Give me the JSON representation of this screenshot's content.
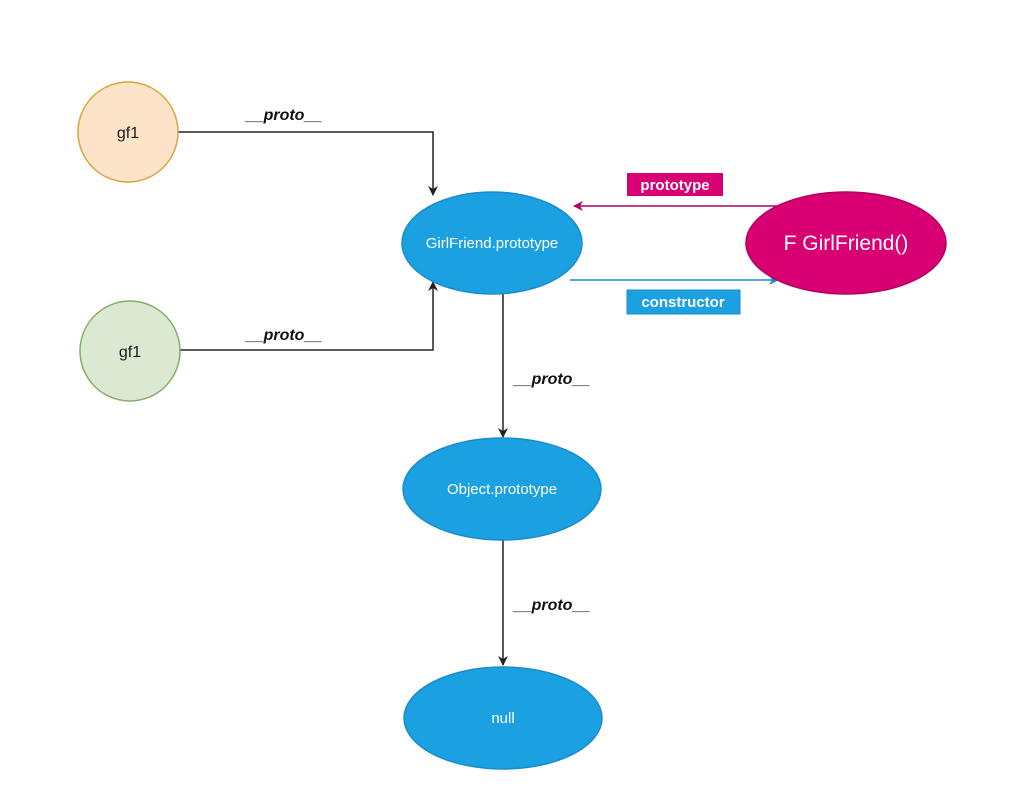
{
  "nodes": {
    "gf1_top": {
      "label": "gf1",
      "fill": "#fde3c8",
      "stroke": "#d9a441"
    },
    "gf1_bottom": {
      "label": "gf1",
      "fill": "#dbe9d3",
      "stroke": "#86ad6a"
    },
    "girlfriend_prototype": {
      "label": "GirlFriend.prototype",
      "fill": "#1ba1e2",
      "stroke": "#1a8ccc"
    },
    "girlfriend_function": {
      "label": "F GirlFriend()",
      "fill": "#d80073",
      "stroke": "#b0005e"
    },
    "object_prototype": {
      "label": "Object.prototype",
      "fill": "#1ba1e2",
      "stroke": "#1a8ccc"
    },
    "null_node": {
      "label": "null",
      "fill": "#1ba1e2",
      "stroke": "#1a8ccc"
    }
  },
  "edges": {
    "gf1_top_proto": {
      "label": "__proto__"
    },
    "gf1_bottom_proto": {
      "label": "__proto__"
    },
    "girlfriend_proto": {
      "label": "__proto__"
    },
    "object_proto": {
      "label": "__proto__"
    },
    "prototype_link": {
      "label": "prototype",
      "color": "#d80073"
    },
    "constructor_link": {
      "label": "constructor",
      "color": "#1ba1e2"
    }
  }
}
